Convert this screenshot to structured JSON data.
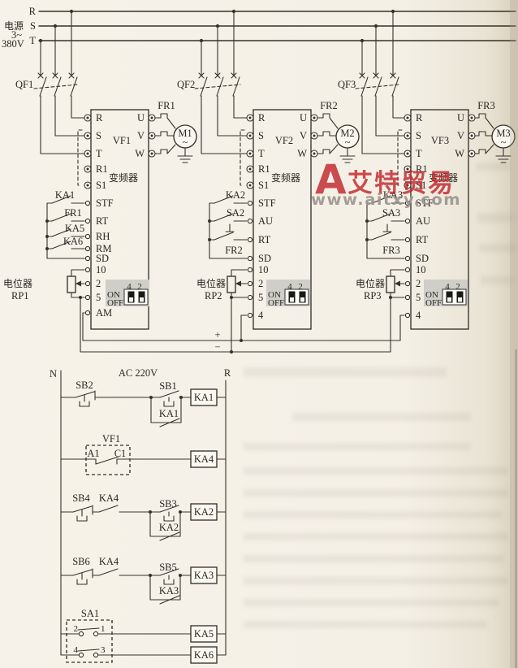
{
  "supply": {
    "r": "R",
    "s": "S",
    "t": "T",
    "source": "电源",
    "phase": "3~",
    "voltage": "380V"
  },
  "breakers": {
    "qf1": "QF1",
    "qf2": "QF2",
    "qf3": "QF3"
  },
  "inv": [
    {
      "name": "VF1",
      "kind": "变频器",
      "pt": [
        "R",
        "S",
        "T",
        "R1",
        "S1"
      ],
      "ct": [
        "STF",
        "RT",
        "RH",
        "RM",
        "SD",
        "10",
        "2",
        "5",
        "AM"
      ],
      "contacts": [
        "KA1",
        "FR1",
        "KA5",
        "KA6"
      ],
      "out": [
        "U",
        "V",
        "W"
      ],
      "fr": "FR1",
      "motor": "M1",
      "wave": "~",
      "pot_label": "电位器",
      "pot": "RP1",
      "dip": {
        "a": "4",
        "b": "2",
        "on": "ON",
        "off": "OFF"
      }
    },
    {
      "name": "VF2",
      "kind": "变频器",
      "pt": [
        "R",
        "S",
        "T",
        "R1",
        "S1"
      ],
      "ct": [
        "STF",
        "AU",
        "RT",
        "SD",
        "10",
        "2",
        "5",
        "4"
      ],
      "contacts": [
        "KA2",
        "SA2",
        "FR2"
      ],
      "out": [
        "U",
        "V",
        "W"
      ],
      "fr": "FR2",
      "motor": "M2",
      "wave": "~",
      "pot_label": "电位器",
      "pot": "RP2",
      "dip": {
        "a": "4",
        "b": "2",
        "on": "ON",
        "off": "OFF"
      }
    },
    {
      "name": "VF3",
      "kind": "变频器",
      "pt": [
        "R",
        "S",
        "T",
        "R1",
        "S1"
      ],
      "ct": [
        "STF",
        "AU",
        "RT",
        "SD",
        "10",
        "2",
        "5",
        "4"
      ],
      "contacts": [
        "KA3",
        "SA3",
        "FR3"
      ],
      "out": [
        "U",
        "V",
        "W"
      ],
      "fr": "FR3",
      "motor": "M3",
      "wave": "~",
      "pot_label": "电位器",
      "pot": "RP3",
      "dip": {
        "a": "4",
        "b": "2",
        "on": "ON",
        "off": "OFF"
      }
    }
  ],
  "bus": {
    "plus": "+",
    "minus": "−"
  },
  "ladder": {
    "n": "N",
    "r": "R",
    "supply": "AC 220V",
    "r1": {
      "stop": "SB2",
      "start": "SB1",
      "seal": "KA1",
      "coil": "KA1"
    },
    "r2": {
      "dev": "VF1",
      "a1": "A1",
      "c1": "C1",
      "coil": "KA4"
    },
    "r3": {
      "stop": "SB4",
      "ilk": "KA4",
      "start": "SB3",
      "seal": "KA2",
      "coil": "KA2"
    },
    "r4": {
      "stop": "SB6",
      "ilk": "KA4",
      "start": "SB5",
      "seal": "KA3",
      "coil": "KA3"
    },
    "sa": {
      "name": "SA1",
      "n2": "2",
      "n1": "1",
      "n4": "4",
      "n3": "3",
      "coil5": "KA5",
      "coil6": "KA6"
    }
  },
  "watermark": {
    "logo": "A",
    "brand": "艾特贸易",
    "url": "www.aitxy.com"
  }
}
